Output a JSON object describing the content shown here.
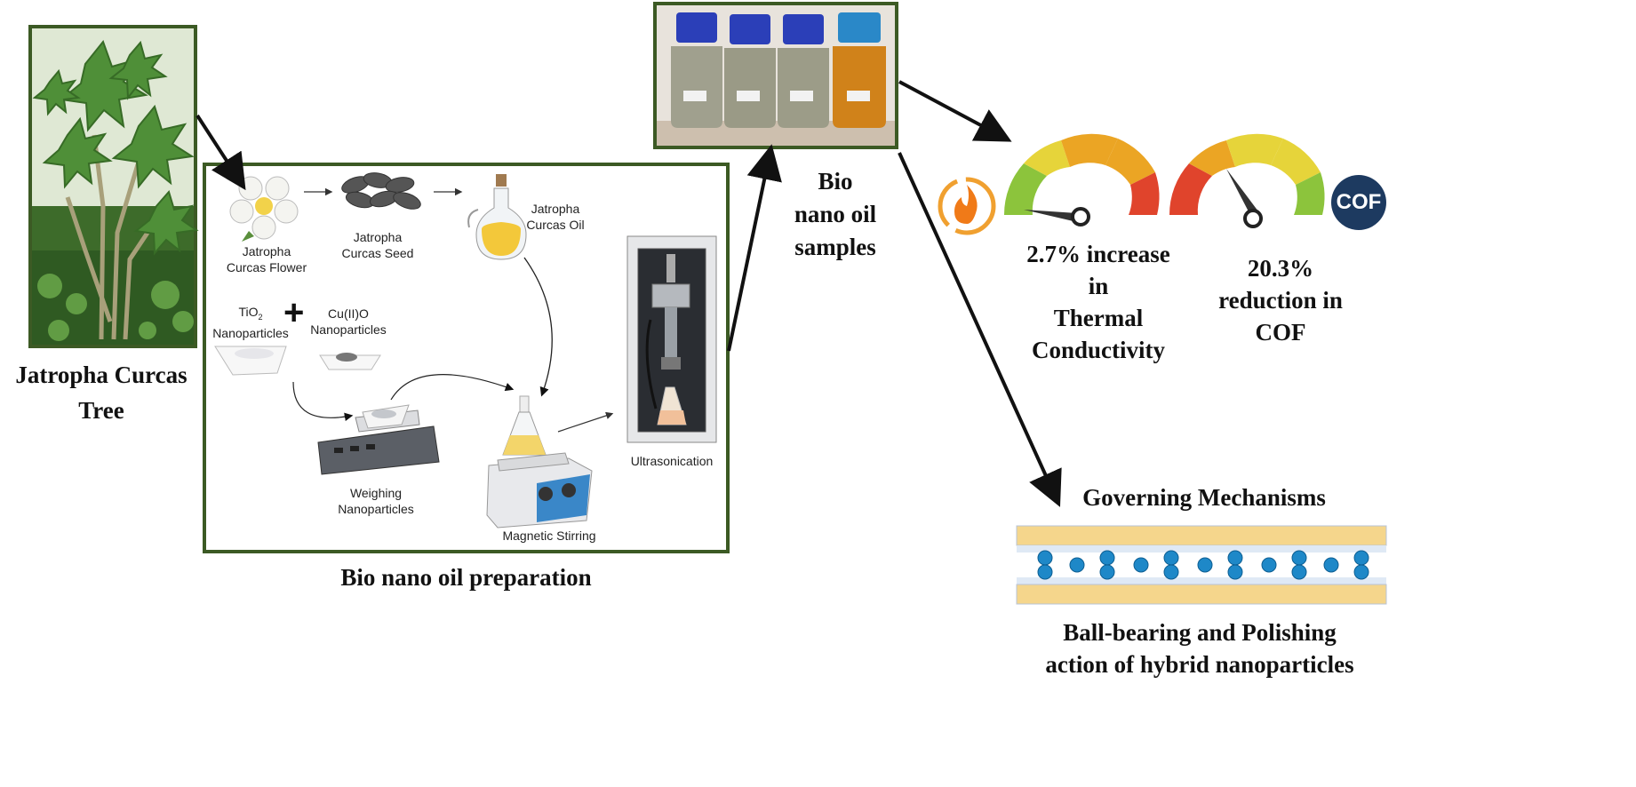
{
  "tree": {
    "caption_line1": "Jatropha Curcas",
    "caption_line2": "Tree"
  },
  "preparation": {
    "caption": "Bio nano oil preparation",
    "flower": {
      "line1": "Jatropha",
      "line2": "Curcas Flower"
    },
    "seed": {
      "line1": "Jatropha",
      "line2": "Curcas Seed"
    },
    "oil": {
      "line1": "Jatropha",
      "line2": "Curcas Oil"
    },
    "tio2": {
      "line1": "TiO",
      "sub": "2",
      "line2": "Nanoparticles"
    },
    "plus": "+",
    "cuo": {
      "line1": "Cu(II)O",
      "line2": "Nanoparticles"
    },
    "weighing": {
      "line1": "Weighing",
      "line2": "Nanoparticles"
    },
    "stirring": "Magnetic Stirring",
    "ultrasonication": "Ultrasonication"
  },
  "samples": {
    "caption_line1": "Bio",
    "caption_line2": "nano oil",
    "caption_line3": "samples"
  },
  "thermal": {
    "line1": "2.7% increase",
    "line2": "in",
    "line3": "Thermal",
    "line4": "Conductivity"
  },
  "cof": {
    "badge": "COF",
    "line1": "20.3%",
    "line2": "reduction in",
    "line3": "COF"
  },
  "mechanisms": {
    "title": "Governing Mechanisms",
    "line1": "Ball-bearing and Polishing",
    "line2": "action of hybrid nanoparticles"
  },
  "colors": {
    "frame": "#3c5a24",
    "gauge_green": "#8cc43c",
    "gauge_yellow": "#e6d43a",
    "gauge_orange": "#eba524",
    "gauge_red": "#e0442c",
    "cof_badge": "#1d3a60",
    "nanoparticle": "#1e88c8"
  }
}
